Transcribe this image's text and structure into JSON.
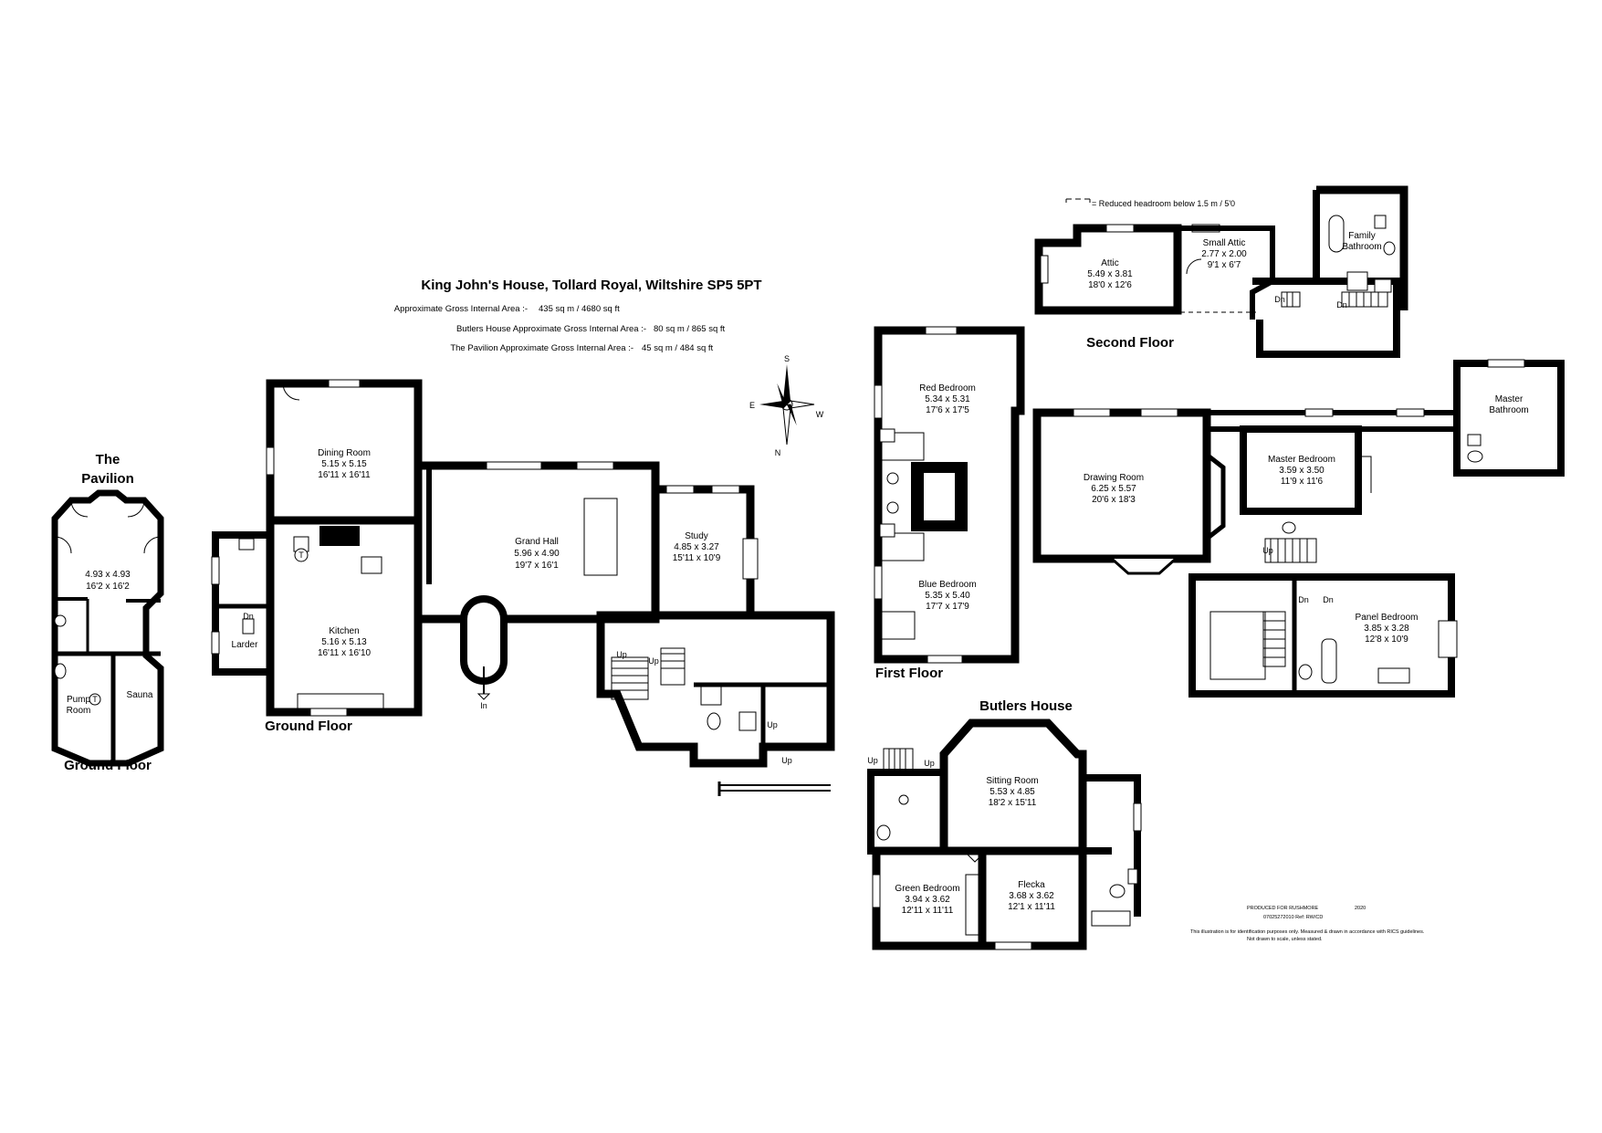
{
  "header": {
    "title": "King John's House, Tollard Royal, Wiltshire SP5 5PT",
    "areas": [
      {
        "label": "Approximate Gross Internal Area  :-",
        "value": "435 sq m  /  4680 sq ft"
      },
      {
        "label": "Butlers House Approximate Gross Internal Area  :-",
        "value": "80 sq m  /  865 sq ft"
      },
      {
        "label": "The Pavilion Approximate Gross Internal Area  :-",
        "value": "45 sq m  /  484 sq ft"
      }
    ]
  },
  "legend": {
    "text": "=  Reduced headroom below 1.5 m / 5'0"
  },
  "compass": {
    "letters": [
      "S",
      "E",
      "W",
      "N"
    ]
  },
  "floors": {
    "pavilion_title": [
      "The",
      "Pavilion"
    ],
    "pavilion_ground": "Ground Floor",
    "ground": "Ground Floor",
    "first": "First Floor",
    "second": "Second Floor",
    "butlers": "Butlers House"
  },
  "rooms": {
    "pavilion": {
      "metric": "4.93 x 4.93",
      "imperial": "16'2 x 16'2"
    },
    "pump_room": {
      "name1": "Pump",
      "name2": "Room"
    },
    "sauna": {
      "name": "Sauna"
    },
    "dining": {
      "name": "Dining Room",
      "metric": "5.15 x 5.15",
      "imperial": "16'11 x 16'11"
    },
    "kitchen": {
      "name": "Kitchen",
      "metric": "5.16 x 5.13",
      "imperial": "16'11 x 16'10"
    },
    "larder": {
      "name": "Larder"
    },
    "grand_hall": {
      "name": "Grand Hall",
      "metric": "5.96 x 4.90",
      "imperial": "19'7 x 16'1"
    },
    "study": {
      "name": "Study",
      "metric": "4.85 x 3.27",
      "imperial": "15'11 x 10'9"
    },
    "red_bedroom": {
      "name": "Red Bedroom",
      "metric": "5.34 x 5.31",
      "imperial": "17'6 x 17'5"
    },
    "blue_bedroom": {
      "name": "Blue Bedroom",
      "metric": "5.35 x 5.40",
      "imperial": "17'7 x 17'9"
    },
    "drawing": {
      "name": "Drawing Room",
      "metric": "6.25 x 5.57",
      "imperial": "20'6 x 18'3"
    },
    "master_bedroom": {
      "name": "Master Bedroom",
      "metric": "3.59 x 3.50",
      "imperial": "11'9 x 11'6"
    },
    "master_bathroom": {
      "name1": "Master",
      "name2": "Bathroom"
    },
    "panel_bedroom": {
      "name": "Panel Bedroom",
      "metric": "3.85 x 3.28",
      "imperial": "12'8 x 10'9"
    },
    "attic": {
      "name": "Attic",
      "metric": "5.49 x 3.81",
      "imperial": "18'0 x 12'6"
    },
    "small_attic": {
      "name": "Small Attic",
      "metric": "2.77 x 2.00",
      "imperial": "9'1 x 6'7"
    },
    "family_bathroom": {
      "name1": "Family",
      "name2": "Bathroom"
    },
    "sitting": {
      "name": "Sitting Room",
      "metric": "5.53 x 4.85",
      "imperial": "18'2 x 15'11"
    },
    "green_bedroom": {
      "name": "Green Bedroom",
      "metric": "3.94 x 3.62",
      "imperial": "12'11 x 11'11"
    },
    "flecka": {
      "name": "Flecka",
      "metric": "3.68 x 3.62",
      "imperial": "12'1 x 11'11"
    }
  },
  "labels": {
    "up": "Up",
    "dn": "Dn",
    "in": "In",
    "t": "T"
  },
  "footer": {
    "produced": "PRODUCED FOR RUSHMORE",
    "year": "2020",
    "ref": "07025272010     Ref: RW/CD",
    "disclaimer1": "This illustration is for identification purposes only. Measured & drawn in accordance with RICS guidelines.",
    "disclaimer2": "Not drawn to scale, unless stated."
  }
}
